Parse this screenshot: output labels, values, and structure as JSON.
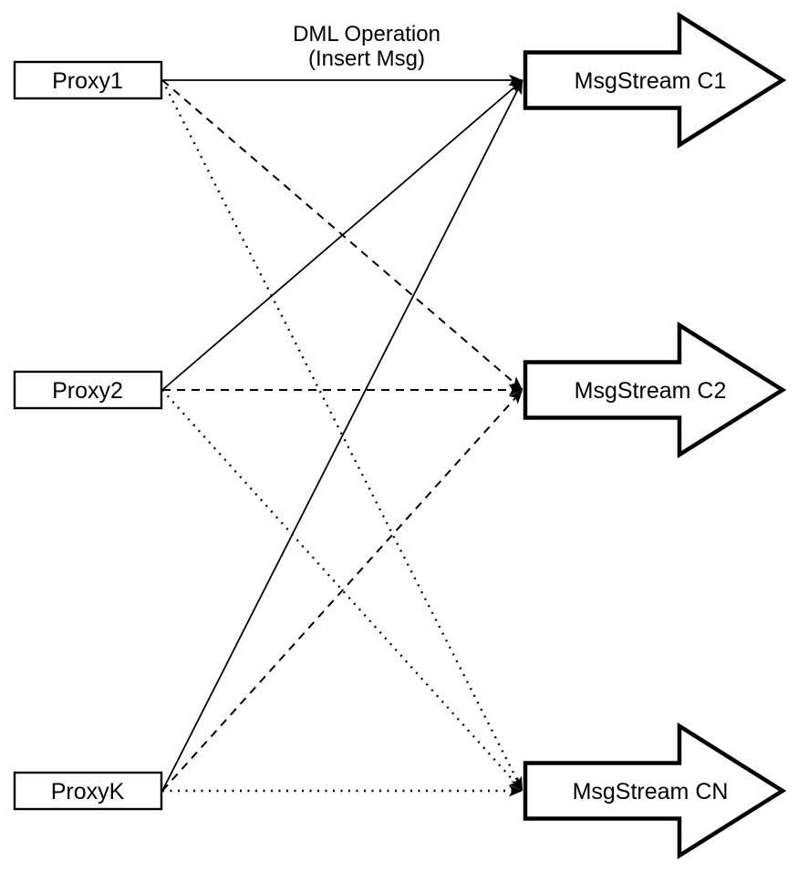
{
  "title": {
    "line1": "DML Operation",
    "line2": "(Insert Msg)"
  },
  "nodes": {
    "proxies": [
      {
        "id": "proxy1",
        "label": "Proxy1"
      },
      {
        "id": "proxy2",
        "label": "Proxy2"
      },
      {
        "id": "proxyk",
        "label": "ProxyK"
      }
    ],
    "streams": [
      {
        "id": "c1",
        "label": "MsgStream C1"
      },
      {
        "id": "c2",
        "label": "MsgStream C2"
      },
      {
        "id": "cn",
        "label": "MsgStream CN"
      }
    ]
  },
  "edges": [
    {
      "from": "proxy1",
      "to": "c1",
      "style": "solid"
    },
    {
      "from": "proxy1",
      "to": "c2",
      "style": "dashed"
    },
    {
      "from": "proxy1",
      "to": "cn",
      "style": "dotted"
    },
    {
      "from": "proxy2",
      "to": "c1",
      "style": "solid"
    },
    {
      "from": "proxy2",
      "to": "c2",
      "style": "dashed"
    },
    {
      "from": "proxy2",
      "to": "cn",
      "style": "dotted"
    },
    {
      "from": "proxyk",
      "to": "c1",
      "style": "solid"
    },
    {
      "from": "proxyk",
      "to": "c2",
      "style": "dashed"
    },
    {
      "from": "proxyk",
      "to": "cn",
      "style": "dotted"
    }
  ],
  "colors": {
    "stroke": "#000000",
    "fill": "#ffffff",
    "background": "#ffffff"
  }
}
